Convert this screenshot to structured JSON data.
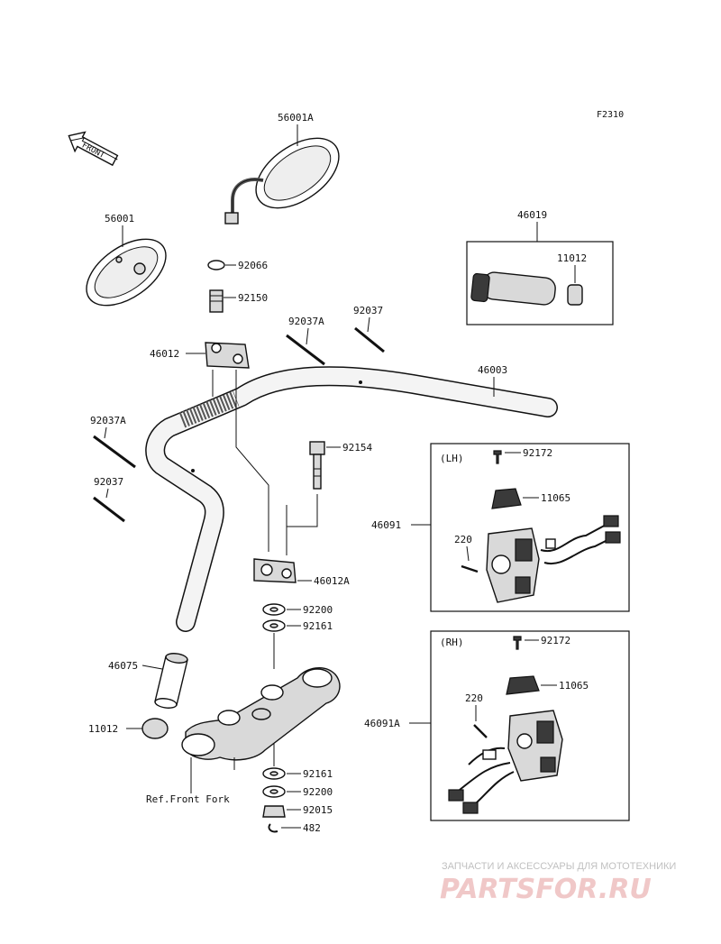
{
  "figure_code": "F2310",
  "front_arrow": {
    "label": "FRONT"
  },
  "part_labels": {
    "p56001A": "56001A",
    "p56001": "56001",
    "p46019": "46019",
    "p11012_grip": "11012",
    "p92066": "92066",
    "p92150": "92150",
    "p92037A_top": "92037A",
    "p92037_top": "92037",
    "p46012": "46012",
    "p46003": "46003",
    "p92037A_left": "92037A",
    "p92154": "92154",
    "p92037_left": "92037",
    "p46012A": "46012A",
    "p92200_top": "92200",
    "p92161_top": "92161",
    "p46075": "46075",
    "p11012_end": "11012",
    "p92161_bot": "92161",
    "p92200_bot": "92200",
    "p92015": "92015",
    "p482": "482",
    "ref_front_fork": "Ref.Front Fork",
    "p46091": "46091",
    "p46091A": "46091A"
  },
  "lh_box": {
    "side": "(LH)",
    "p92172": "92172",
    "p11065": "11065",
    "p220": "220"
  },
  "rh_box": {
    "side": "(RH)",
    "p92172": "92172",
    "p11065": "11065",
    "p220": "220"
  },
  "watermark": {
    "caption": "ЗАПЧАСТИ И АКСЕССУАРЫ ДЛЯ МОТОТЕХНИКИ",
    "brand": "PARTSFOR.RU"
  }
}
